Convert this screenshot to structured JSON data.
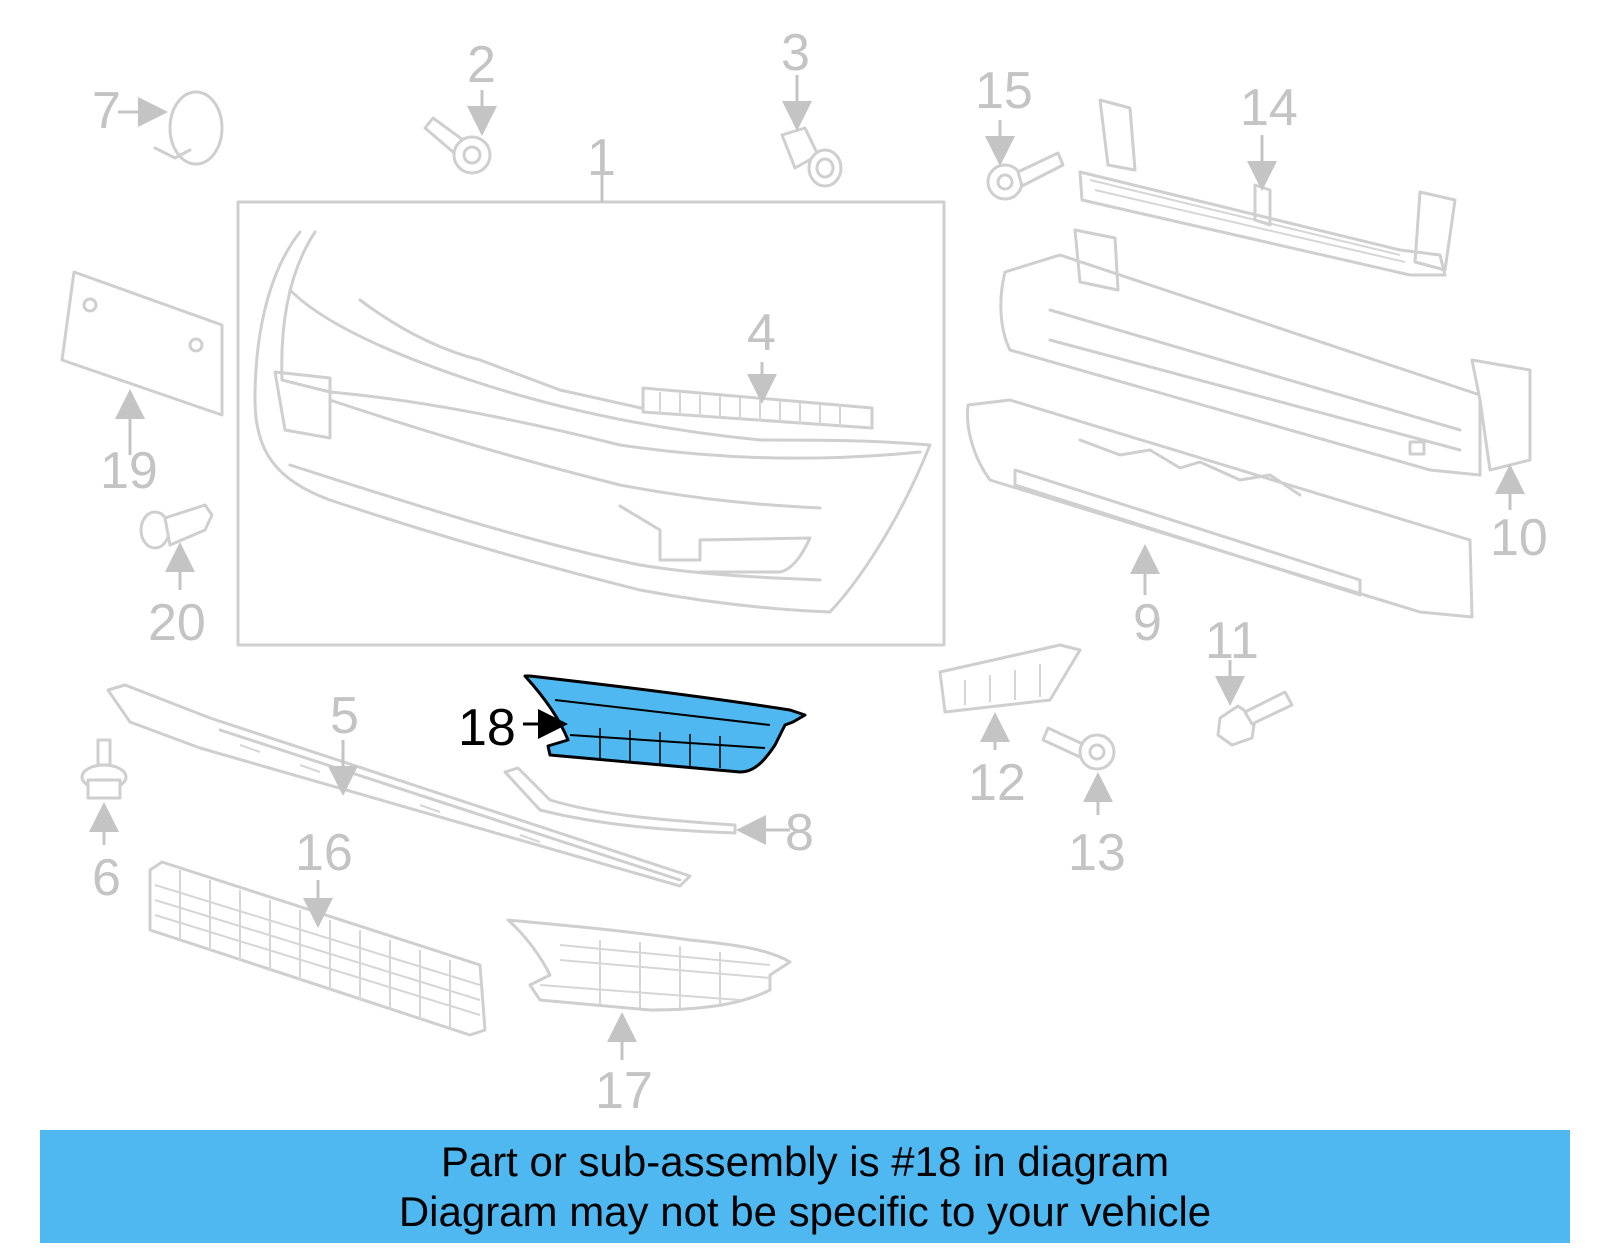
{
  "callouts": {
    "n1": "1",
    "n2": "2",
    "n3": "3",
    "n4": "4",
    "n5": "5",
    "n6": "6",
    "n7": "7",
    "n8": "8",
    "n9": "9",
    "n10": "10",
    "n11": "11",
    "n12": "12",
    "n13": "13",
    "n14": "14",
    "n15": "15",
    "n16": "16",
    "n17": "17",
    "n18": "18",
    "n19": "19",
    "n20": "20"
  },
  "highlight": {
    "part": "18",
    "color": "#4fb8f0"
  },
  "banner": {
    "line1": "Part or sub-assembly is #18 in diagram",
    "line2": "Diagram may not be specific to your vehicle",
    "color": "#4fb8f0"
  }
}
